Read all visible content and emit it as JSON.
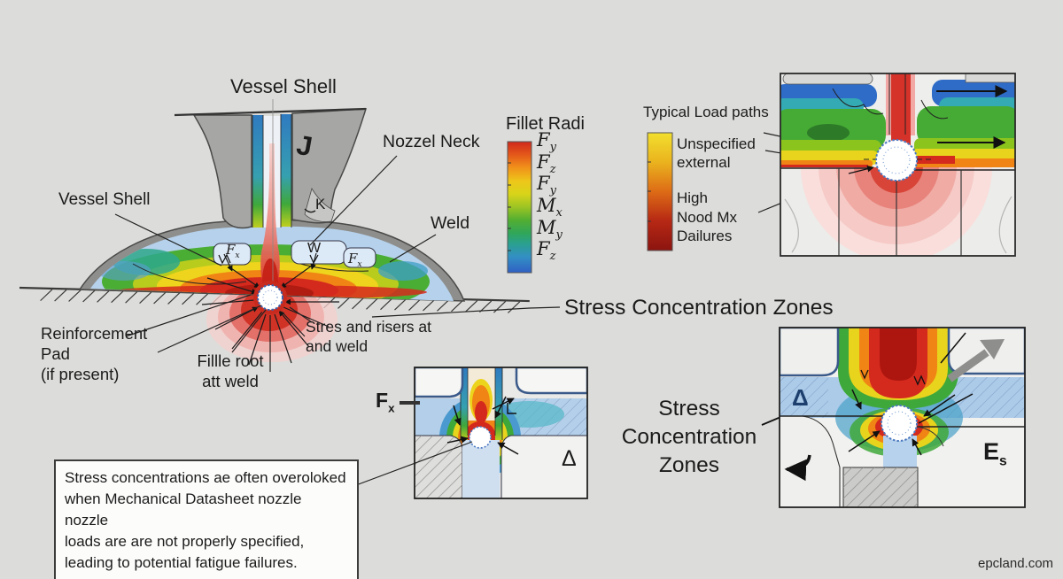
{
  "page": {
    "watermark": "epcland.com"
  },
  "colors": {
    "background": "#dcdcda",
    "ink": "#1b1b1b",
    "pad_blue": "#b5d1eb",
    "shell_gray": "#a6a6a4",
    "hotspot_ring": "#3a63ae",
    "contour_scale": [
      "#d0281c",
      "#e4581a",
      "#f0921a",
      "#eec61a",
      "#9cc424",
      "#52ae32",
      "#2aa090",
      "#338fc4",
      "#2f5fc4"
    ],
    "load_scale": [
      "#f2df2e",
      "#eab31e",
      "#dd6b16",
      "#b62814",
      "#8c1410"
    ]
  },
  "main_diagram": {
    "top_label": "Vessel Shell",
    "left_label": "Vessel Shell",
    "nozzle_label": "Nozzel Neck",
    "weld_label": "Weld",
    "j_mark": "J",
    "k_mark": "K",
    "w_mark": "W",
    "fx_left": {
      "b": "F",
      "s": "x"
    },
    "fx_right": {
      "b": "F",
      "s": "x"
    },
    "reinforcement_label": "Reinforcement\n Pad\n(if present)",
    "fillet_root_label": "Fillle root\natt weld",
    "stress_risers_label": "Stres and risers at\nand weld"
  },
  "fillet_legend": {
    "title": "Fillet Radi",
    "entries": [
      {
        "b": "F",
        "s": "y"
      },
      {
        "b": "F",
        "s": "z"
      },
      {
        "b": "F",
        "s": "y"
      },
      {
        "b": "M",
        "s": "x"
      },
      {
        "b": "M",
        "s": "y"
      },
      {
        "b": "F",
        "s": "z"
      }
    ]
  },
  "load_legend": {
    "title": "Typical Load paths",
    "unspecified_label": "Unspecified\nexternal",
    "high_label": "High\nNood Mx\nDailures"
  },
  "headings": {
    "stress_zones_line": "Stress Concentration Zones",
    "stress_zones_block": "Stress\nConcentration\nZones"
  },
  "insets": {
    "fx_label": {
      "b": "F",
      "s": "x"
    },
    "delta_mid": "Δ",
    "delta_right": "Δ",
    "es_label": {
      "b": "E",
      "s": "s"
    }
  },
  "note_box": {
    "text": "Stress concentrations ae often overoloked\nwhen Mechanical Datasheet nozzle nozzle\nloads are are not properly specified,\nleading to potential fatigue failures."
  }
}
